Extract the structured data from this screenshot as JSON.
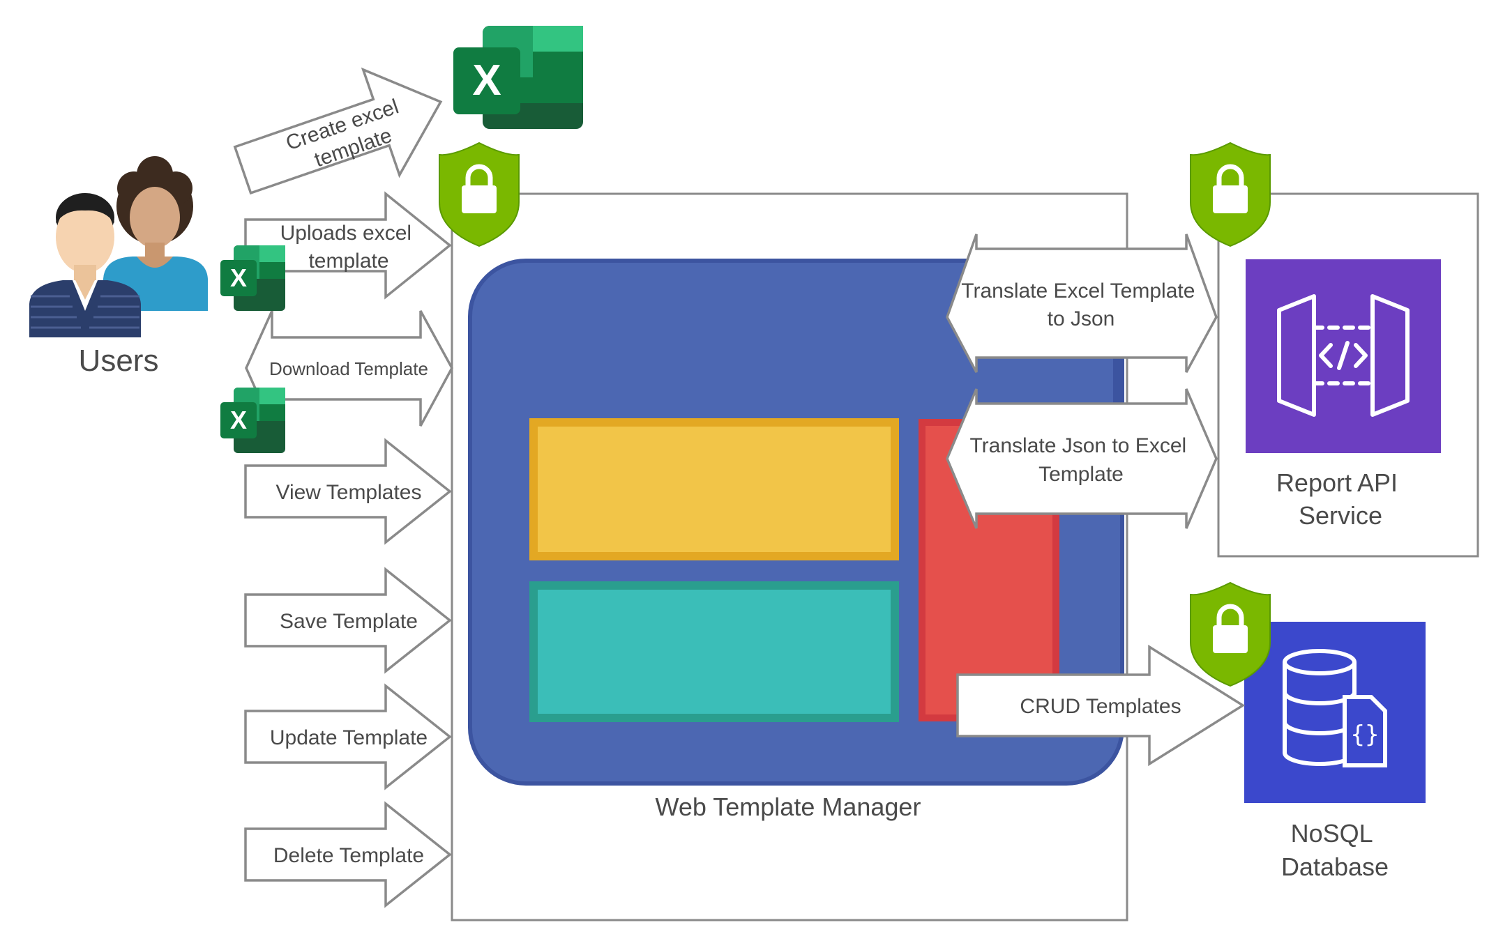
{
  "users": {
    "label": "Users"
  },
  "left_arrows": [
    {
      "id": "create",
      "lines": [
        "Create excel",
        "template"
      ]
    },
    {
      "id": "upload",
      "lines": [
        "Uploads excel",
        "template"
      ]
    },
    {
      "id": "download",
      "lines": [
        "Download Template"
      ]
    },
    {
      "id": "view",
      "lines": [
        "View Templates"
      ]
    },
    {
      "id": "save",
      "lines": [
        "Save Template"
      ]
    },
    {
      "id": "update",
      "lines": [
        "Update Template"
      ]
    },
    {
      "id": "delete",
      "lines": [
        "Delete Template"
      ]
    }
  ],
  "web_app": {
    "label": "Web Template Manager"
  },
  "right_arrows": {
    "excel_to_json": [
      "Translate Excel Template",
      "to Json"
    ],
    "json_to_excel": [
      "Translate Json to Excel",
      "Template"
    ],
    "crud": "CRUD Templates"
  },
  "report_api": {
    "lines": [
      "Report API",
      "Service"
    ]
  },
  "nosql": {
    "lines": [
      "NoSQL",
      "Database"
    ]
  },
  "icons": {
    "excel": "excel-icon",
    "shield": "shield-lock-icon",
    "api": "api-gateway-icon",
    "database": "nosql-database-icon",
    "users": "users-icon"
  },
  "colors": {
    "excel_green": "#1D6F42",
    "shield_green": "#7AB800",
    "app_blue": "#4C67B2",
    "panel_yellow": "#F2C548",
    "panel_teal": "#3BBEB8",
    "panel_red": "#E5504C",
    "api_purple": "#6C3EC1",
    "db_blue": "#3B48CC"
  }
}
